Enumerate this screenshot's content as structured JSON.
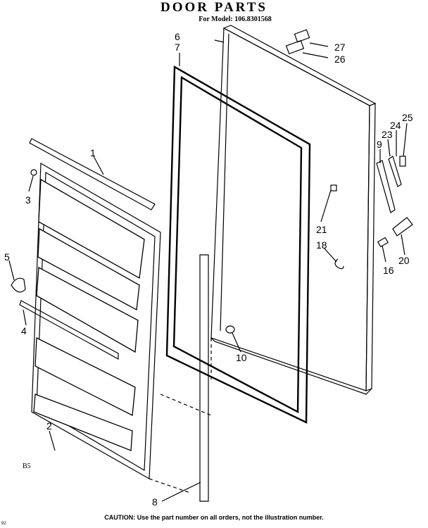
{
  "header": {
    "title": "DOOR PARTS",
    "subtitle": "For Model: 106.8301568"
  },
  "caption": "CAUTION: Use the part number on all orders, not the illustration number.",
  "stamp": "B5",
  "corner_mark": "92",
  "callouts": [
    {
      "id": "c1",
      "label": "1"
    },
    {
      "id": "c2",
      "label": "2"
    },
    {
      "id": "c3",
      "label": "3"
    },
    {
      "id": "c4",
      "label": "4"
    },
    {
      "id": "c5",
      "label": "5"
    },
    {
      "id": "c6",
      "label": "6"
    },
    {
      "id": "c7",
      "label": "7"
    },
    {
      "id": "c8",
      "label": "8"
    },
    {
      "id": "c9",
      "label": "9"
    },
    {
      "id": "c10",
      "label": "10"
    },
    {
      "id": "c16",
      "label": "16"
    },
    {
      "id": "c18",
      "label": "18"
    },
    {
      "id": "c20",
      "label": "20"
    },
    {
      "id": "c21",
      "label": "21"
    },
    {
      "id": "c23",
      "label": "23"
    },
    {
      "id": "c24",
      "label": "24"
    },
    {
      "id": "c25",
      "label": "25"
    },
    {
      "id": "c26",
      "label": "26"
    },
    {
      "id": "c27",
      "label": "27"
    }
  ]
}
